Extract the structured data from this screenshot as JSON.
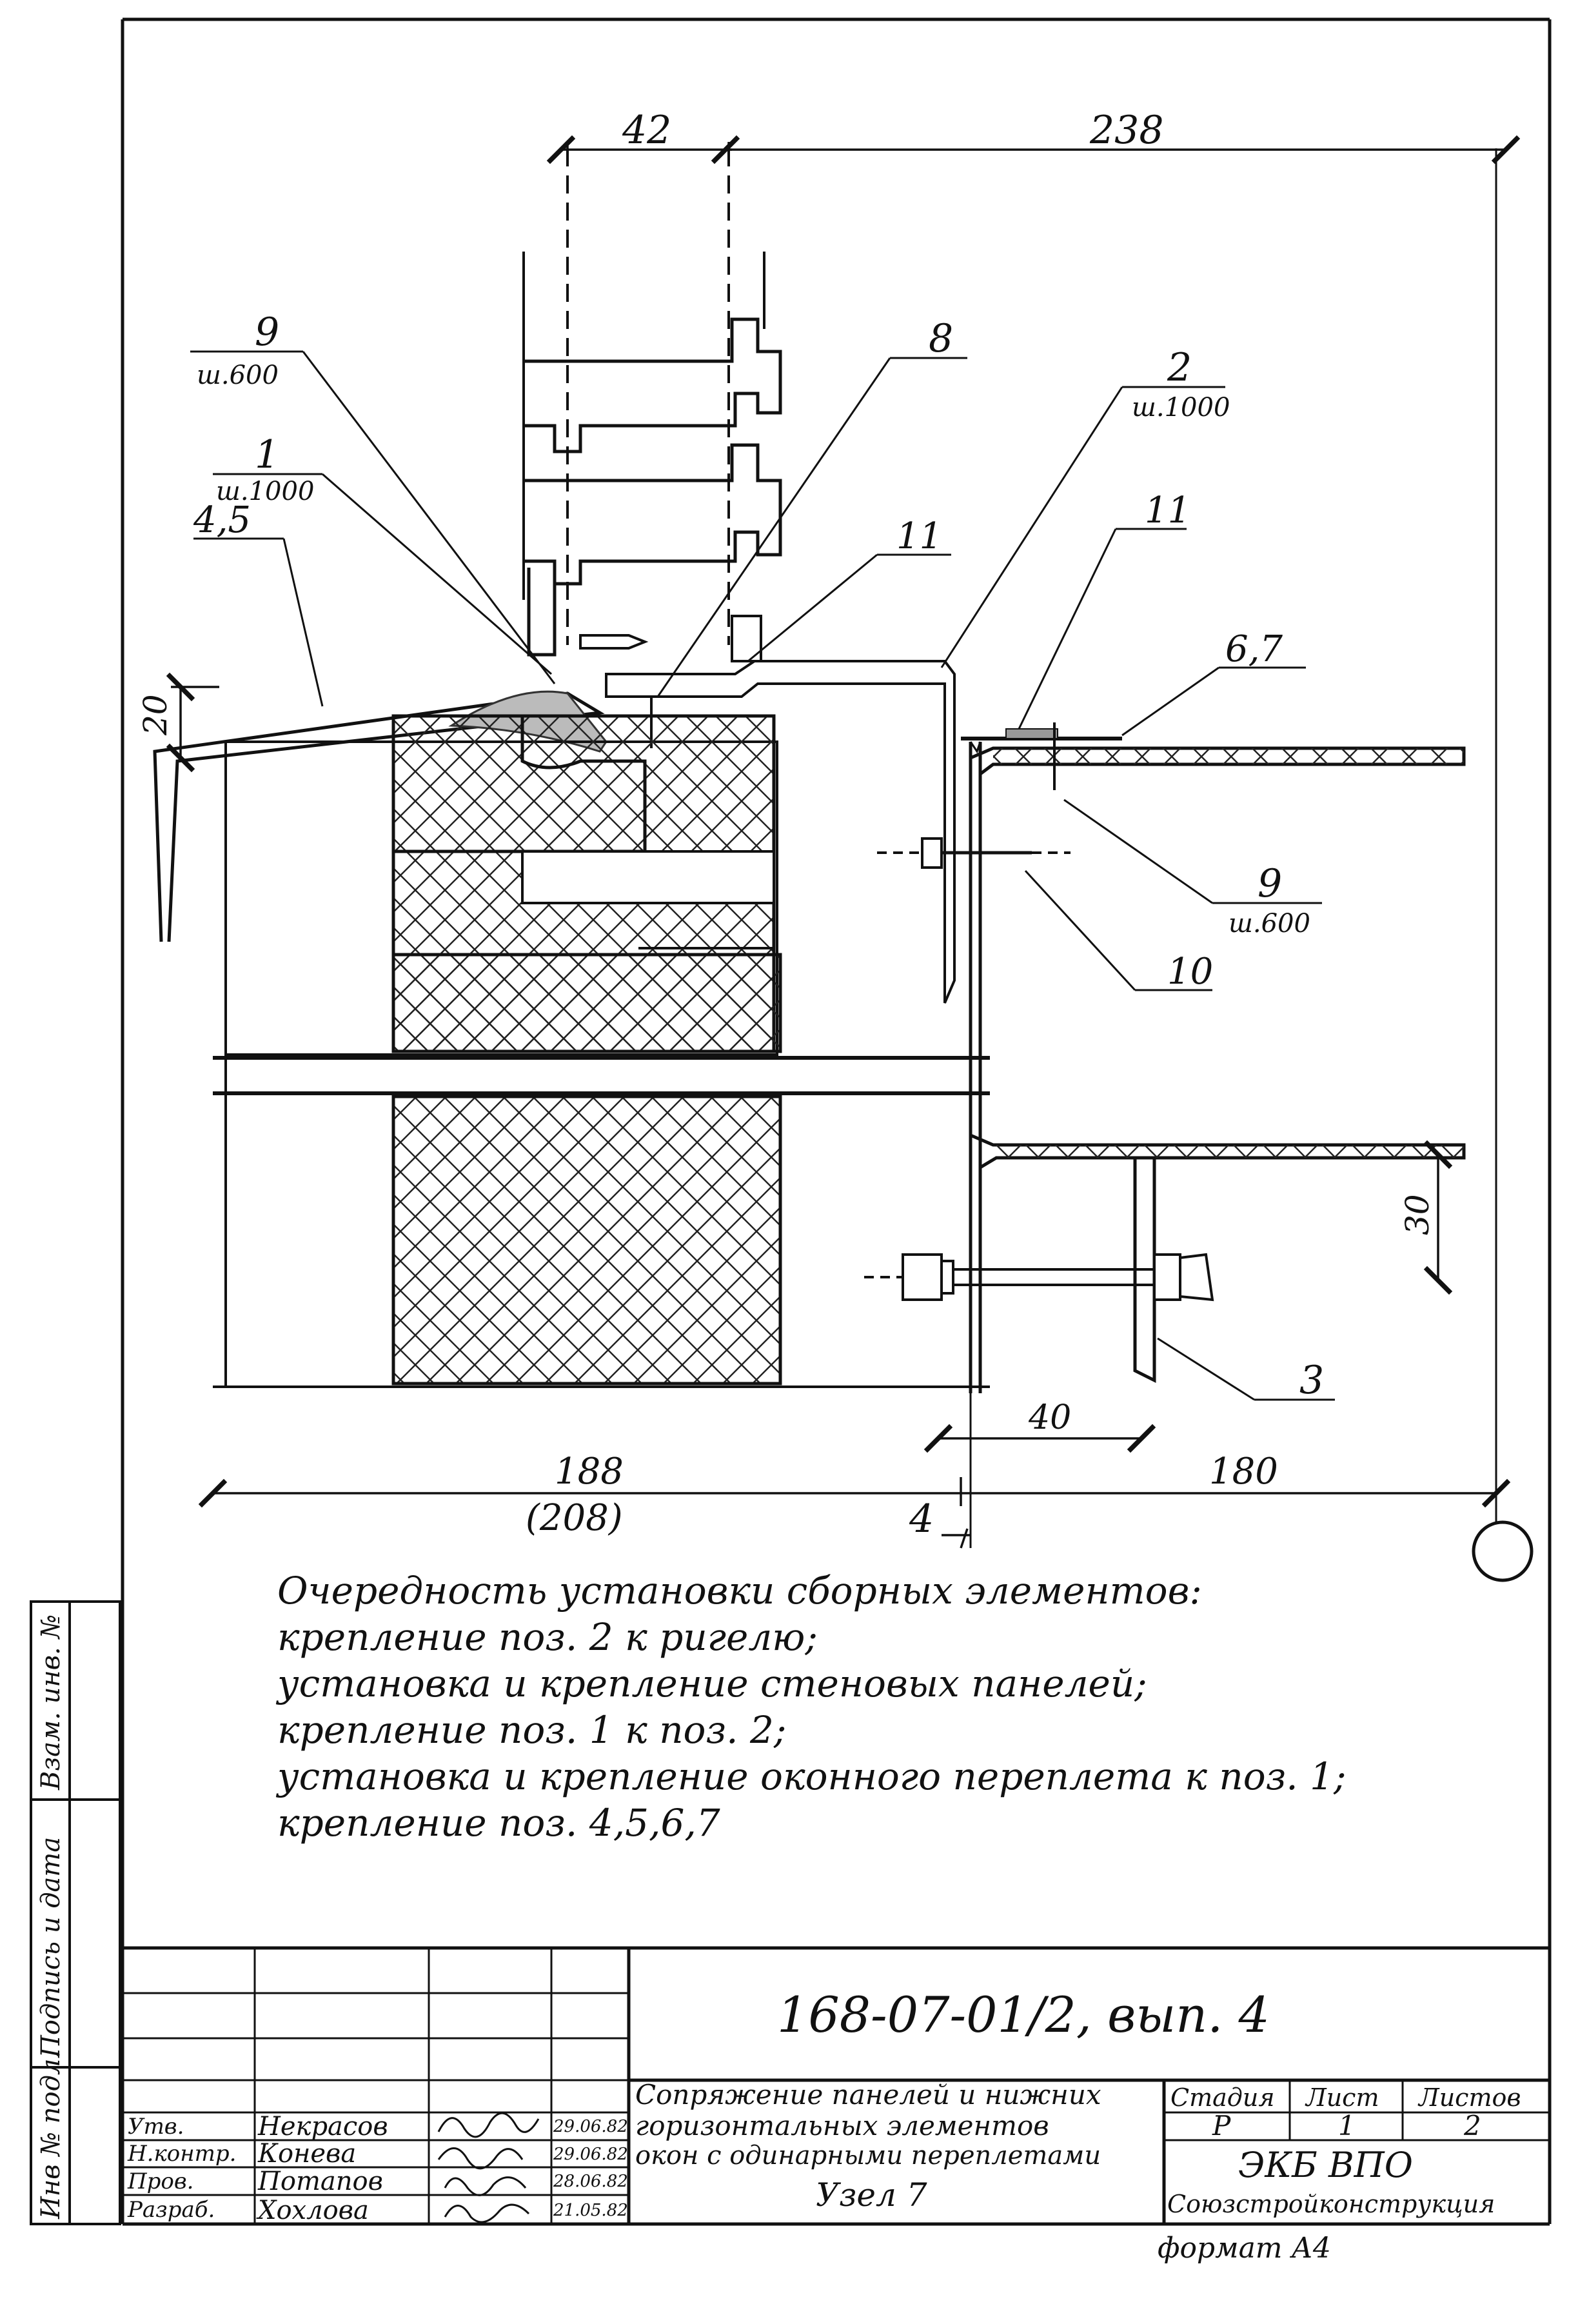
{
  "dimensions": {
    "d42": "42",
    "d238": "238",
    "d20": "20",
    "d30": "30",
    "d40": "40",
    "d188": "188",
    "d208": "(208)",
    "d180": "180",
    "axis_label": "4"
  },
  "callouts": {
    "c9_top": "9",
    "c9_top_sub": "ш.600",
    "c1": "1",
    "c1_sub": "ш.1000",
    "c45": "4,5",
    "c8": "8",
    "c2": "2",
    "c2_sub": "ш.1000",
    "c11_left": "11",
    "c11_right": "11",
    "c67": "6,7",
    "c9_right": "9",
    "c9_right_sub": "ш.600",
    "c10": "10",
    "c3": "3"
  },
  "notes": {
    "line1": "Очередность установки сборных элементов:",
    "line2": "крепление поз. 2 к ригелю;",
    "line3": "установка и крепление стеновых панелей;",
    "line4": "крепление поз. 1 к поз. 2;",
    "line5": "установка и крепление оконного переплета к поз. 1;",
    "line6": "крепление поз. 4,5,6,7"
  },
  "side_stamp": {
    "inv_podl": "Инв № подл.",
    "podpis_data": "Подпись и дата",
    "vzam_inv": "Взам. инв. №"
  },
  "title_block": {
    "doc_code": "168-07-01/2, вып. 4",
    "title_line1": "Сопряжение панелей и нижних",
    "title_line2": "горизонтальных элементов",
    "title_line3": "окон с одинарными переплетами",
    "title_line4": "Узел 7",
    "stage_header": "Стадия",
    "sheet_header": "Лист",
    "sheets_header": "Листов",
    "stage_value": "Р",
    "sheet_value": "1",
    "sheets_value": "2",
    "org_line1": "ЭКБ ВПО",
    "org_line2": "Союзстройконструкция",
    "format": "формат А4",
    "rows": [
      {
        "role": "Утв.",
        "name": "Некрасов",
        "date": "29.06.82"
      },
      {
        "role": "Н.контр.",
        "name": "Конева",
        "date": "29.06.82"
      },
      {
        "role": "Пров.",
        "name": "Потапов",
        "date": "28.06.82"
      },
      {
        "role": "Разраб.",
        "name": "Хохлова",
        "date": "21.05.82"
      }
    ]
  }
}
